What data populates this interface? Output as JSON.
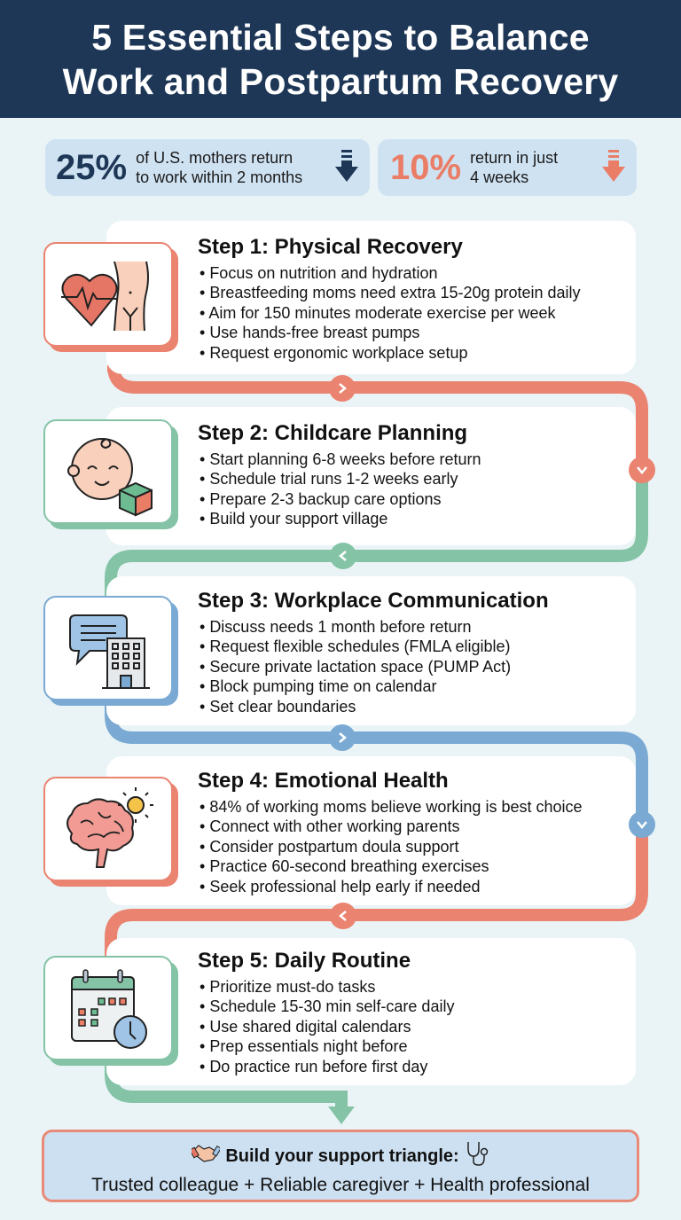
{
  "header": {
    "title_line1": "5 Essential Steps to Balance",
    "title_line2": "Work and Postpartum Recovery",
    "bg_color": "#1e3756"
  },
  "stats": [
    {
      "value": "25%",
      "text_line1": "of U.S. mothers return",
      "text_line2": "to work within 2 months",
      "color": "#1e3756",
      "icon": "arrow-down-icon"
    },
    {
      "value": "10%",
      "text_line1": "return in just",
      "text_line2": "4 weeks",
      "color": "#ea7d66",
      "icon": "arrow-down-icon"
    }
  ],
  "steps": [
    {
      "title": "Step 1: Physical Recovery",
      "icon": "heart-body-icon",
      "color": "#ea8370",
      "bullets": [
        "Focus on nutrition and hydration",
        "Breastfeeding moms need extra 15-20g protein daily",
        "Aim for 150 minutes moderate exercise per week",
        "Use hands-free breast pumps",
        "Request ergonomic workplace setup"
      ]
    },
    {
      "title": "Step 2: Childcare Planning",
      "icon": "baby-block-icon",
      "color": "#84c3a6",
      "bullets": [
        "Start planning 6-8 weeks before return",
        "Schedule trial runs 1-2 weeks early",
        "Prepare 2-3 backup care options",
        "Build your support village"
      ]
    },
    {
      "title": "Step 3: Workplace Communication",
      "icon": "chat-building-icon",
      "color": "#7aaad3",
      "bullets": [
        "Discuss needs 1 month before return",
        "Request flexible schedules (FMLA eligible)",
        "Secure private lactation space (PUMP Act)",
        "Block pumping time on calendar",
        "Set clear boundaries"
      ]
    },
    {
      "title": "Step 4: Emotional Health",
      "icon": "brain-sun-icon",
      "color": "#ea8370",
      "bullets": [
        "84% of working moms believe working is best choice",
        "Connect with other working parents",
        "Consider postpartum doula support",
        "Practice 60-second breathing exercises",
        "Seek professional help early if needed"
      ]
    },
    {
      "title": "Step 5: Daily Routine",
      "icon": "calendar-clock-icon",
      "color": "#84c3a6",
      "bullets": [
        "Prioritize must-do tasks",
        "Schedule 15-30 min self-care daily",
        "Use shared digital calendars",
        "Prep essentials night before",
        "Do practice run before first day"
      ]
    }
  ],
  "footer": {
    "heading": "Build your support triangle:",
    "text": "Trusted colleague + Reliable caregiver + Health professional",
    "left_icon": "handshake-icon",
    "right_icon": "stethoscope-icon"
  }
}
